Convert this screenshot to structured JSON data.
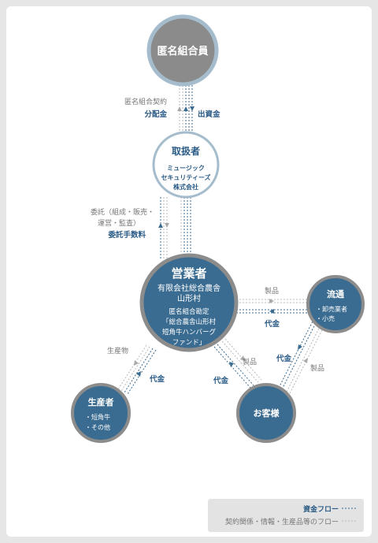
{
  "colors": {
    "blue": "#3a6b90",
    "darkblue": "#2a5b86",
    "gray_line": "#b9b9b9",
    "node_gray": "#8b8b8b",
    "label_gray": "#777777"
  },
  "nodes": {
    "investor": {
      "title": "匿名組合員"
    },
    "handler": {
      "title": "取扱者",
      "lines": [
        "ミュージック",
        "セキュリティーズ",
        "株式会社"
      ]
    },
    "operator": {
      "title": "営業者",
      "company": [
        "有限会社総合農舎",
        "山形村"
      ],
      "fund": [
        "匿名組合勘定",
        "「総合農舎山形村",
        "短角牛ハンバーグ",
        "ファンド」"
      ]
    },
    "distribution": {
      "title": "流通",
      "items": [
        "・卸売業者",
        "・小売"
      ]
    },
    "producer": {
      "title": "生産者",
      "items": [
        "・短角牛",
        "・その他"
      ]
    },
    "customer": {
      "title": "お客様"
    }
  },
  "edges": {
    "contract": "匿名組合契約",
    "dividend": "分配金",
    "investment": "出資金",
    "commission_lines": [
      "委託（組成・販売・",
      "運営・監査）"
    ],
    "commission_fee": "委託手数料",
    "product_to_distribution": "製品",
    "payment_from_distribution": "代金",
    "produce": "生産物",
    "payment_to_producer": "代金",
    "product_to_customer": "製品",
    "payment_from_customer": "代金",
    "payment_customer_to_distribution": "代金",
    "product_distribution_to_customer": "製品"
  },
  "legend": {
    "money_flow": "資金フロー",
    "other_flow": "契約関係・情報・生産品等のフロー"
  }
}
